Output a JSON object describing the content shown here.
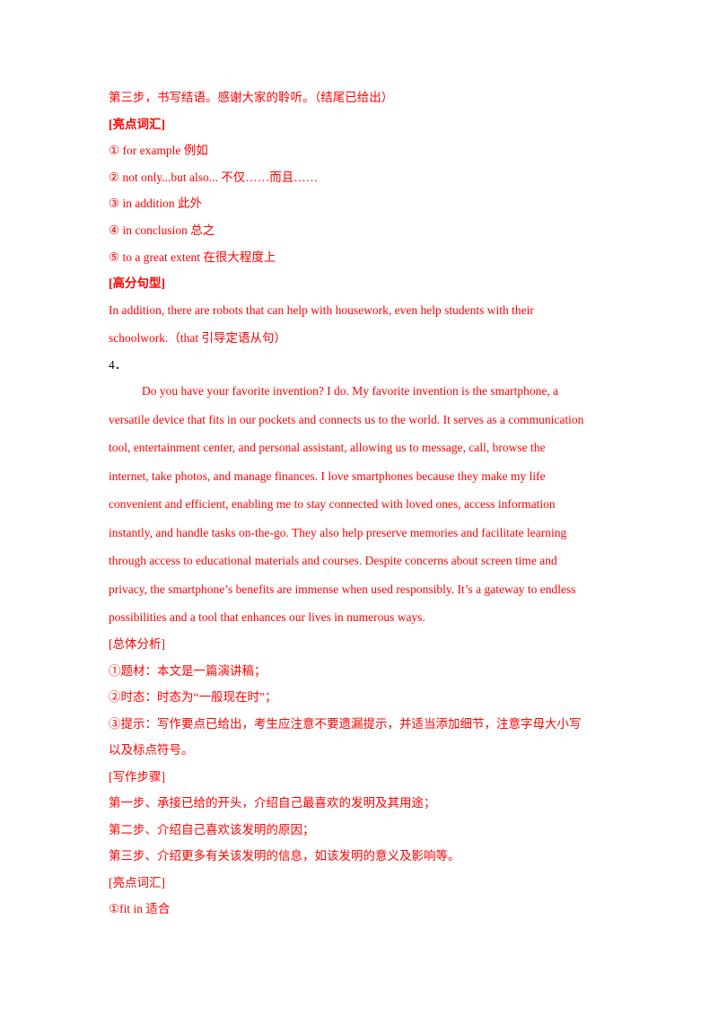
{
  "colors": {
    "text_red": "#ff0000",
    "text_black": "#000000",
    "background": "#ffffff"
  },
  "top": {
    "step3": "第三步，书写结语。感谢大家的聆听。（结尾已给出）",
    "vocab_heading": "[亮点词汇]",
    "vocab": [
      "① for example  例如",
      "② not only...but also...  不仅……而且……",
      "③ in addition  此外",
      "④ in conclusion  总之",
      "⑤ to a great extent  在很大程度上"
    ],
    "sentence_heading": "[高分句型]",
    "sentence_line1": "In addition, there are robots that can help with housework, even help students with their",
    "sentence_line2": "schoolwork.（that 引导定语从句）"
  },
  "q4": {
    "number": "4．",
    "essay_lines": [
      "Do you have your favorite invention? I do. My favorite invention is the smartphone, a",
      "versatile device that fits in our pockets and connects us to the world. It serves as a communication",
      "tool, entertainment center, and personal assistant, allowing us to message, call, browse the",
      "internet, take photos, and manage finances. I love smartphones because they make my life",
      "convenient and efficient, enabling me to stay connected with loved ones, access information",
      "instantly, and handle tasks on-the-go. They also help preserve memories and facilitate learning",
      "through access to educational materials and courses. Despite concerns about screen time and",
      "privacy, the smartphone’s benefits are immense when used responsibly. It’s a gateway to endless",
      "possibilities and a tool that enhances our lives in numerous ways."
    ],
    "analysis_heading": "[总体分析]",
    "analysis": [
      "①题材：本文是一篇演讲稿；",
      "②时态：时态为“一般现在时”；",
      "③提示：写作要点已给出，考生应注意不要遗漏提示，并适当添加细节，注意字母大小写",
      "以及标点符号。"
    ],
    "steps_heading": "[写作步骤]",
    "steps": [
      "第一步、承接已给的开头，介绍自己最喜欢的发明及其用途；",
      "第二步、介绍自己喜欢该发明的原因；",
      "第三步、介绍更多有关该发明的信息，如该发明的意义及影响等。"
    ],
    "vocab_heading": "[亮点词汇]",
    "vocab": [
      "①fit in 适合"
    ]
  }
}
